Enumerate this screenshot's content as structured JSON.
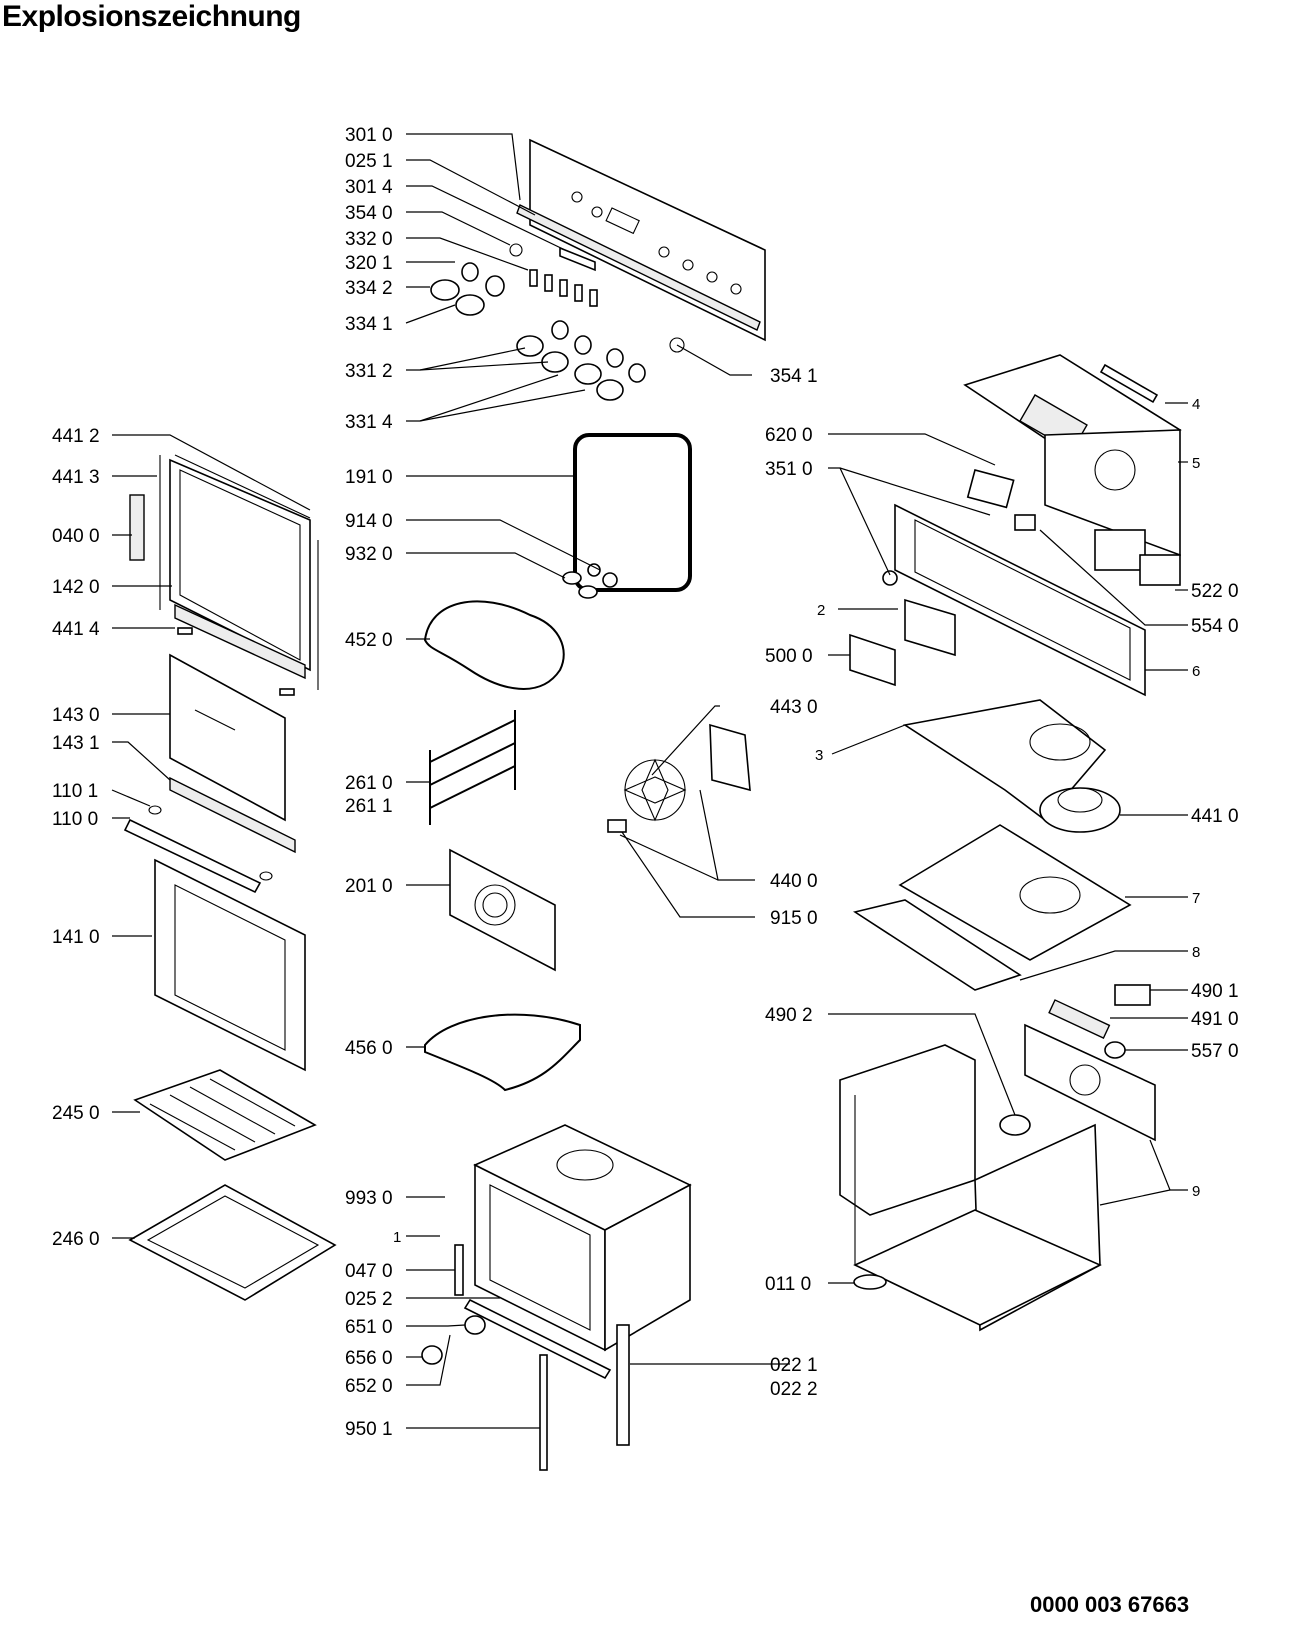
{
  "title": "Explosionszeichnung",
  "document_number": "0000 003 67663",
  "callouts": [
    {
      "id": "c3010",
      "label": "301 0"
    },
    {
      "id": "c0251",
      "label": "025 1"
    },
    {
      "id": "c3014",
      "label": "301 4"
    },
    {
      "id": "c3540",
      "label": "354 0"
    },
    {
      "id": "c3320",
      "label": "332 0"
    },
    {
      "id": "c3201",
      "label": "320 1"
    },
    {
      "id": "c3342",
      "label": "334 2"
    },
    {
      "id": "c3341",
      "label": "334 1"
    },
    {
      "id": "c3312",
      "label": "331 2"
    },
    {
      "id": "c3541",
      "label": "354 1"
    },
    {
      "id": "c3314",
      "label": "331 4"
    },
    {
      "id": "c4412",
      "label": "441 2"
    },
    {
      "id": "c4413",
      "label": "441 3"
    },
    {
      "id": "c0400",
      "label": "040 0"
    },
    {
      "id": "c1420",
      "label": "142 0"
    },
    {
      "id": "c4414",
      "label": "441 4"
    },
    {
      "id": "c1430",
      "label": "143 0"
    },
    {
      "id": "c1431",
      "label": "143 1"
    },
    {
      "id": "c1101",
      "label": "110 1"
    },
    {
      "id": "c1100",
      "label": "110 0"
    },
    {
      "id": "c1410",
      "label": "141 0"
    },
    {
      "id": "c2450",
      "label": "245 0"
    },
    {
      "id": "c2460",
      "label": "246 0"
    },
    {
      "id": "c1910",
      "label": "191 0"
    },
    {
      "id": "c9140",
      "label": "914 0"
    },
    {
      "id": "c9320",
      "label": "932 0"
    },
    {
      "id": "c4520",
      "label": "452 0"
    },
    {
      "id": "c2610",
      "label": "261 0"
    },
    {
      "id": "c2611",
      "label": "261 1"
    },
    {
      "id": "c2010",
      "label": "201 0"
    },
    {
      "id": "c4560",
      "label": "456 0"
    },
    {
      "id": "c9930",
      "label": "993 0"
    },
    {
      "id": "c1",
      "label": "1"
    },
    {
      "id": "c0470",
      "label": "047 0"
    },
    {
      "id": "c0252",
      "label": "025 2"
    },
    {
      "id": "c6510",
      "label": "651 0"
    },
    {
      "id": "c6560",
      "label": "656 0"
    },
    {
      "id": "c6520",
      "label": "652 0"
    },
    {
      "id": "c9501",
      "label": "950 1"
    },
    {
      "id": "c0221",
      "label": "022 1"
    },
    {
      "id": "c0222",
      "label": "022 2"
    },
    {
      "id": "c4430",
      "label": "443 0"
    },
    {
      "id": "c4400",
      "label": "440 0"
    },
    {
      "id": "c9150",
      "label": "915 0"
    },
    {
      "id": "c4",
      "label": "4"
    },
    {
      "id": "c5",
      "label": "5"
    },
    {
      "id": "c6200",
      "label": "620 0"
    },
    {
      "id": "c3510",
      "label": "351 0"
    },
    {
      "id": "c5220",
      "label": "522 0"
    },
    {
      "id": "c2",
      "label": "2"
    },
    {
      "id": "c5540",
      "label": "554 0"
    },
    {
      "id": "c5000",
      "label": "500 0"
    },
    {
      "id": "c6",
      "label": "6"
    },
    {
      "id": "c3",
      "label": "3"
    },
    {
      "id": "c4410",
      "label": "441 0"
    },
    {
      "id": "c7",
      "label": "7"
    },
    {
      "id": "c8",
      "label": "8"
    },
    {
      "id": "c4901",
      "label": "490 1"
    },
    {
      "id": "c4902",
      "label": "490 2"
    },
    {
      "id": "c4910",
      "label": "491 0"
    },
    {
      "id": "c5570",
      "label": "557 0"
    },
    {
      "id": "c9",
      "label": "9"
    },
    {
      "id": "c0110",
      "label": "011 0"
    }
  ]
}
